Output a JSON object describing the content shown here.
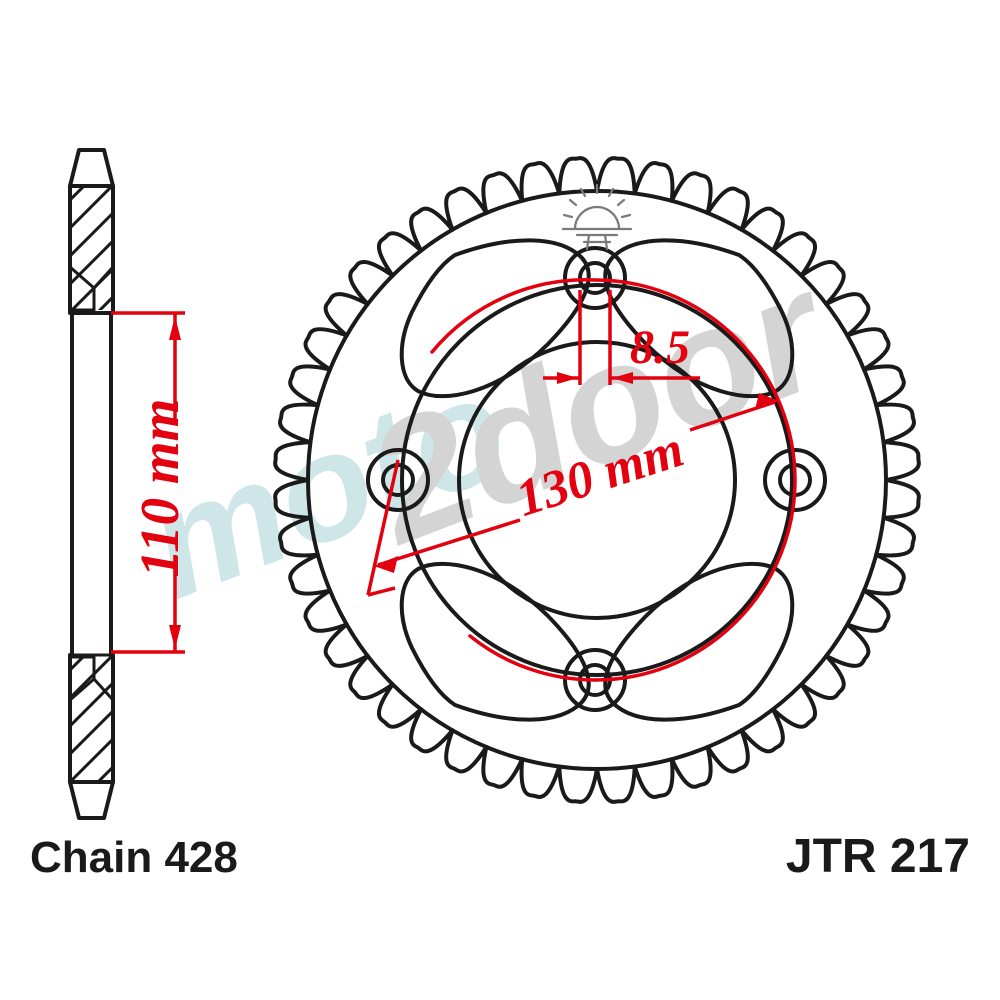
{
  "document": {
    "title": "JTR 217 Rear Sprocket Technical Drawing",
    "background_color": "#ffffff",
    "ink_color": "#1a1a1a",
    "dimension_color": "#e3000f"
  },
  "captions": {
    "chain_label": "Chain 428",
    "part_number": "JTR 217"
  },
  "dimensions": {
    "outer_diameter": {
      "label": "110 mm",
      "value": 110,
      "unit": "mm",
      "orientation": "vertical",
      "view": "side-profile"
    },
    "bolt_circle": {
      "label": "130 mm",
      "value": 130,
      "unit": "mm",
      "orientation": "diagonal",
      "view": "face"
    },
    "bolt_hole": {
      "label": "8.5",
      "value": 8.5,
      "unit": "mm",
      "orientation": "horizontal",
      "view": "face"
    }
  },
  "watermark": {
    "part_one": "moto",
    "part_two": "2door",
    "color_one": "#cfe6e8",
    "color_two": "#d4d4d4"
  },
  "sprocket": {
    "teeth_count": 48,
    "bolt_holes": 4,
    "lightening_slots": 4,
    "views": [
      "side-profile-section",
      "face-view"
    ]
  },
  "brand_logo": {
    "name": "jt-sunrise-logo"
  }
}
